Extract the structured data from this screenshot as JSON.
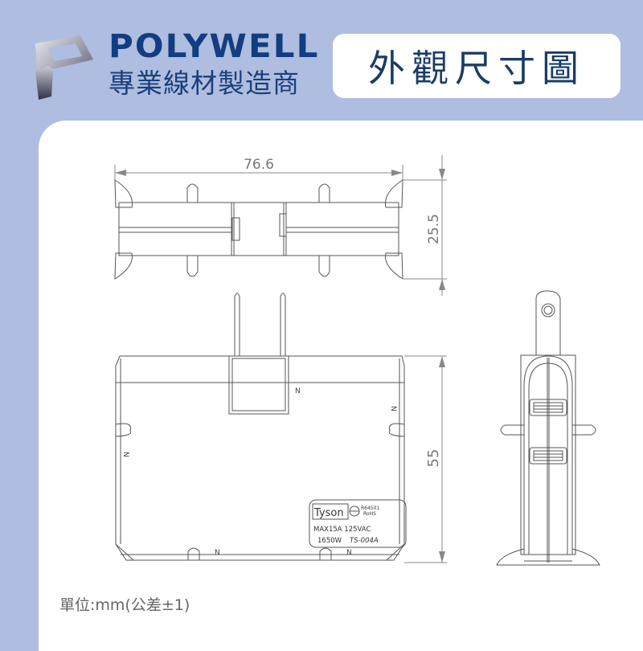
{
  "header": {
    "brand_name": "POLYWELL",
    "tagline": "專業線材製造商",
    "title": "外觀尺寸圖"
  },
  "colors": {
    "background": "#afbde0",
    "brand_blue": "#123d80",
    "title_text": "#1b3c66",
    "line_color": "#555555",
    "dimension_color": "#777777"
  },
  "diagram": {
    "top_view": {
      "width_dimension": "76.6",
      "height_dimension": "25.5"
    },
    "front_view": {
      "height_dimension": "55",
      "orientation_marks": [
        "N",
        "N",
        "N",
        "N",
        "N"
      ],
      "label_plate": {
        "brand": "Tyson",
        "cert": "R64501",
        "rohs": "RoHS",
        "rating_line1": "MAX15A 125VAC",
        "rating_line2_power": "1650W",
        "rating_line2_model": "TS-004A"
      }
    },
    "side_view": {}
  },
  "footer": {
    "unit_note": "單位:mm(公差±1)"
  }
}
